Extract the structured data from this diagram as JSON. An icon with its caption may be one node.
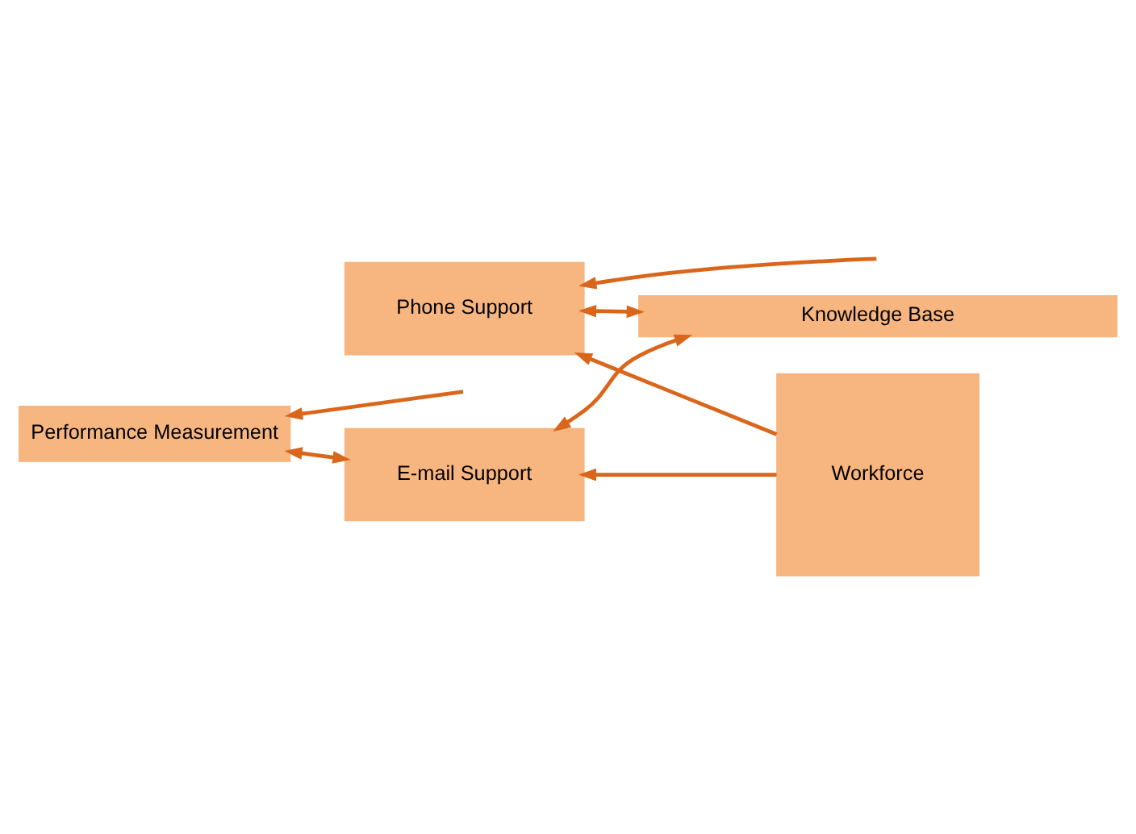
{
  "diagram": {
    "nodes": [
      {
        "text": [
          "Phone Support"
        ]
      },
      {
        "text": [
          "E-mail Support"
        ]
      },
      {
        "text": [
          "Workforce"
        ]
      },
      {
        "text": [
          "Performance Measurement"
        ]
      },
      {
        "text": [
          "Knowledge Base"
        ]
      }
    ],
    "edges": [
      {
        "from": null,
        "to": 0,
        "arrow": "to"
      },
      {
        "from": 2,
        "to": 0,
        "arrow": "to"
      },
      {
        "from": 2,
        "to": 1,
        "arrow": "to"
      },
      {
        "from": 1,
        "to": 3,
        "arrow": "both"
      },
      {
        "from": null,
        "to": 3,
        "arrow": "to"
      },
      {
        "from": 4,
        "to": 0,
        "arrow": "both"
      },
      {
        "from": 4,
        "to": 1,
        "arrow": "both"
      }
    ]
  }
}
